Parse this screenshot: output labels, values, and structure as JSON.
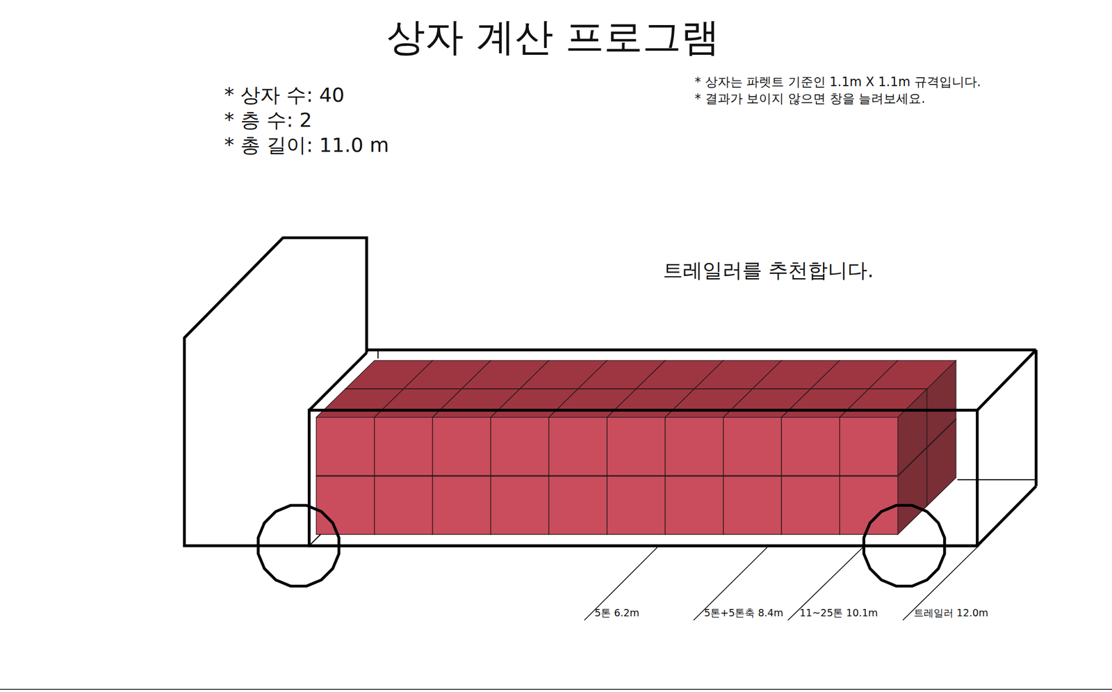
{
  "diagram": {
    "title": "상자 계산 프로그램",
    "labels": [
      "* 상자 수: 40",
      "* 층 수: 2",
      "* 총 길이: 11.0 m",
      "* 상자는 파렛트 기준인 1.1m X 1.1m 규격입니다.",
      "* 결과가 보이지 않으면 창을 늘려보세요.",
      "트레일러를 추천합니다.",
      "5톤 6.2m",
      "5톤+5톤축 8.4m",
      "11~25톤 10.1m",
      "트레일러 12.0m"
    ]
  }
}
